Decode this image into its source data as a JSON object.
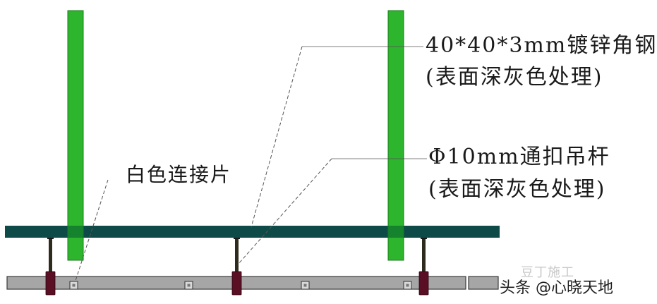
{
  "labels": {
    "angle_steel": "40*40*3mm镀锌角钢",
    "angle_steel_note": "(表面深灰色处理)",
    "hanger_rod": "Φ10mm通扣吊杆",
    "hanger_rod_note": "(表面深灰色处理)",
    "connector": "白色连接片"
  },
  "watermark": {
    "main": "头条 @心晓天地",
    "sub": "豆丁施工"
  },
  "colors": {
    "post_green": "#2db52d",
    "post_green_border": "#1d7a1d",
    "main_bar": "#0e4a48",
    "ceiling_bar": "#a6a6a6",
    "ceiling_bar_border": "#3b3b3b",
    "hanger_rod": "#2f2a1e",
    "hanger_clamp": "#5a0f24",
    "connector_fill": "#d9d9d9",
    "leader_line": "#555555",
    "background": "#ffffff"
  }
}
